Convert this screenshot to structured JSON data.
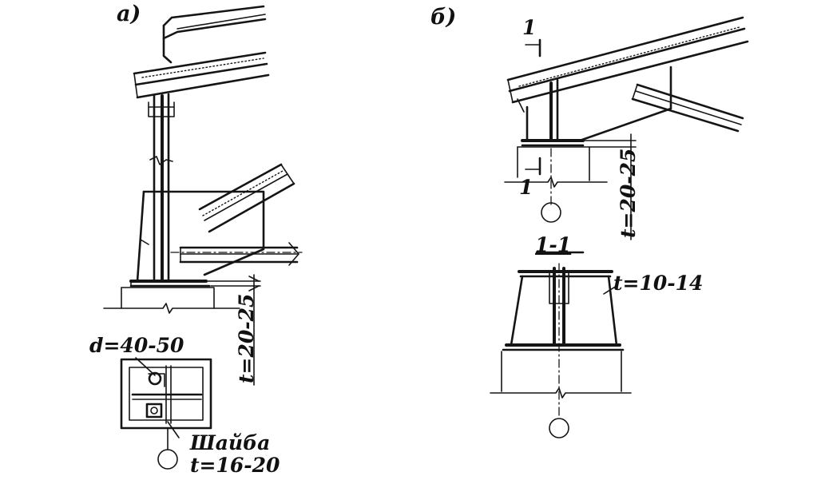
{
  "figure": {
    "panel_a": {
      "label": "а)",
      "dim_thickness_vertical": "t=20-25",
      "anchor_hole": "d=40-50",
      "washer_label": "Шайба",
      "washer_thickness": "t=16-20"
    },
    "panel_b": {
      "label": "б)",
      "section_mark": "1",
      "dim_thickness_vertical": "t=20-25",
      "section_title": "1-1",
      "rib_thickness": "t=10-14"
    }
  }
}
